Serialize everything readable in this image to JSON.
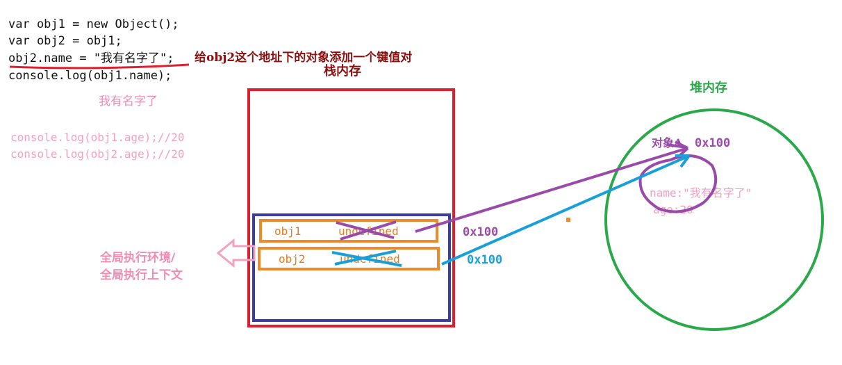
{
  "code": {
    "line1": "var obj1 = new Object();",
    "line2": "var obj2 = obj1;",
    "line3": "obj2.name = \"我有名字了\";",
    "line4": "console.log(obj1.name);"
  },
  "annotation": {
    "add_key_value": "给obj2这个地址下的对象添加一个键值对",
    "output_name": "我有名字了",
    "age_log1": "console.log(obj1.age);//20",
    "age_log2": "console.log(obj2.age);//20"
  },
  "stack": {
    "title": "栈内存",
    "context_label_line1": "全局执行环境/",
    "context_label_line2": "全局执行上下文",
    "slots": [
      {
        "name": "obj1",
        "value": "undefined",
        "pointer": "0x100"
      },
      {
        "name": "obj2",
        "value": "undefined",
        "pointer": "0x100"
      }
    ]
  },
  "heap": {
    "title": "堆内存",
    "object_label": "对象A",
    "address": "0x100",
    "props": [
      "name:\"我有名字了\"",
      "age:20"
    ]
  },
  "colors": {
    "stack_border": "#dd2030",
    "context_border": "#3a3aa8",
    "slot_border": "#ef8a2c",
    "heap_circle": "#2aa84a",
    "obj1_arrow": "#9a4aa8",
    "obj2_arrow": "#1aa0d8",
    "annotation_text": "#8a1010",
    "pink_text": "#f08cb4"
  }
}
